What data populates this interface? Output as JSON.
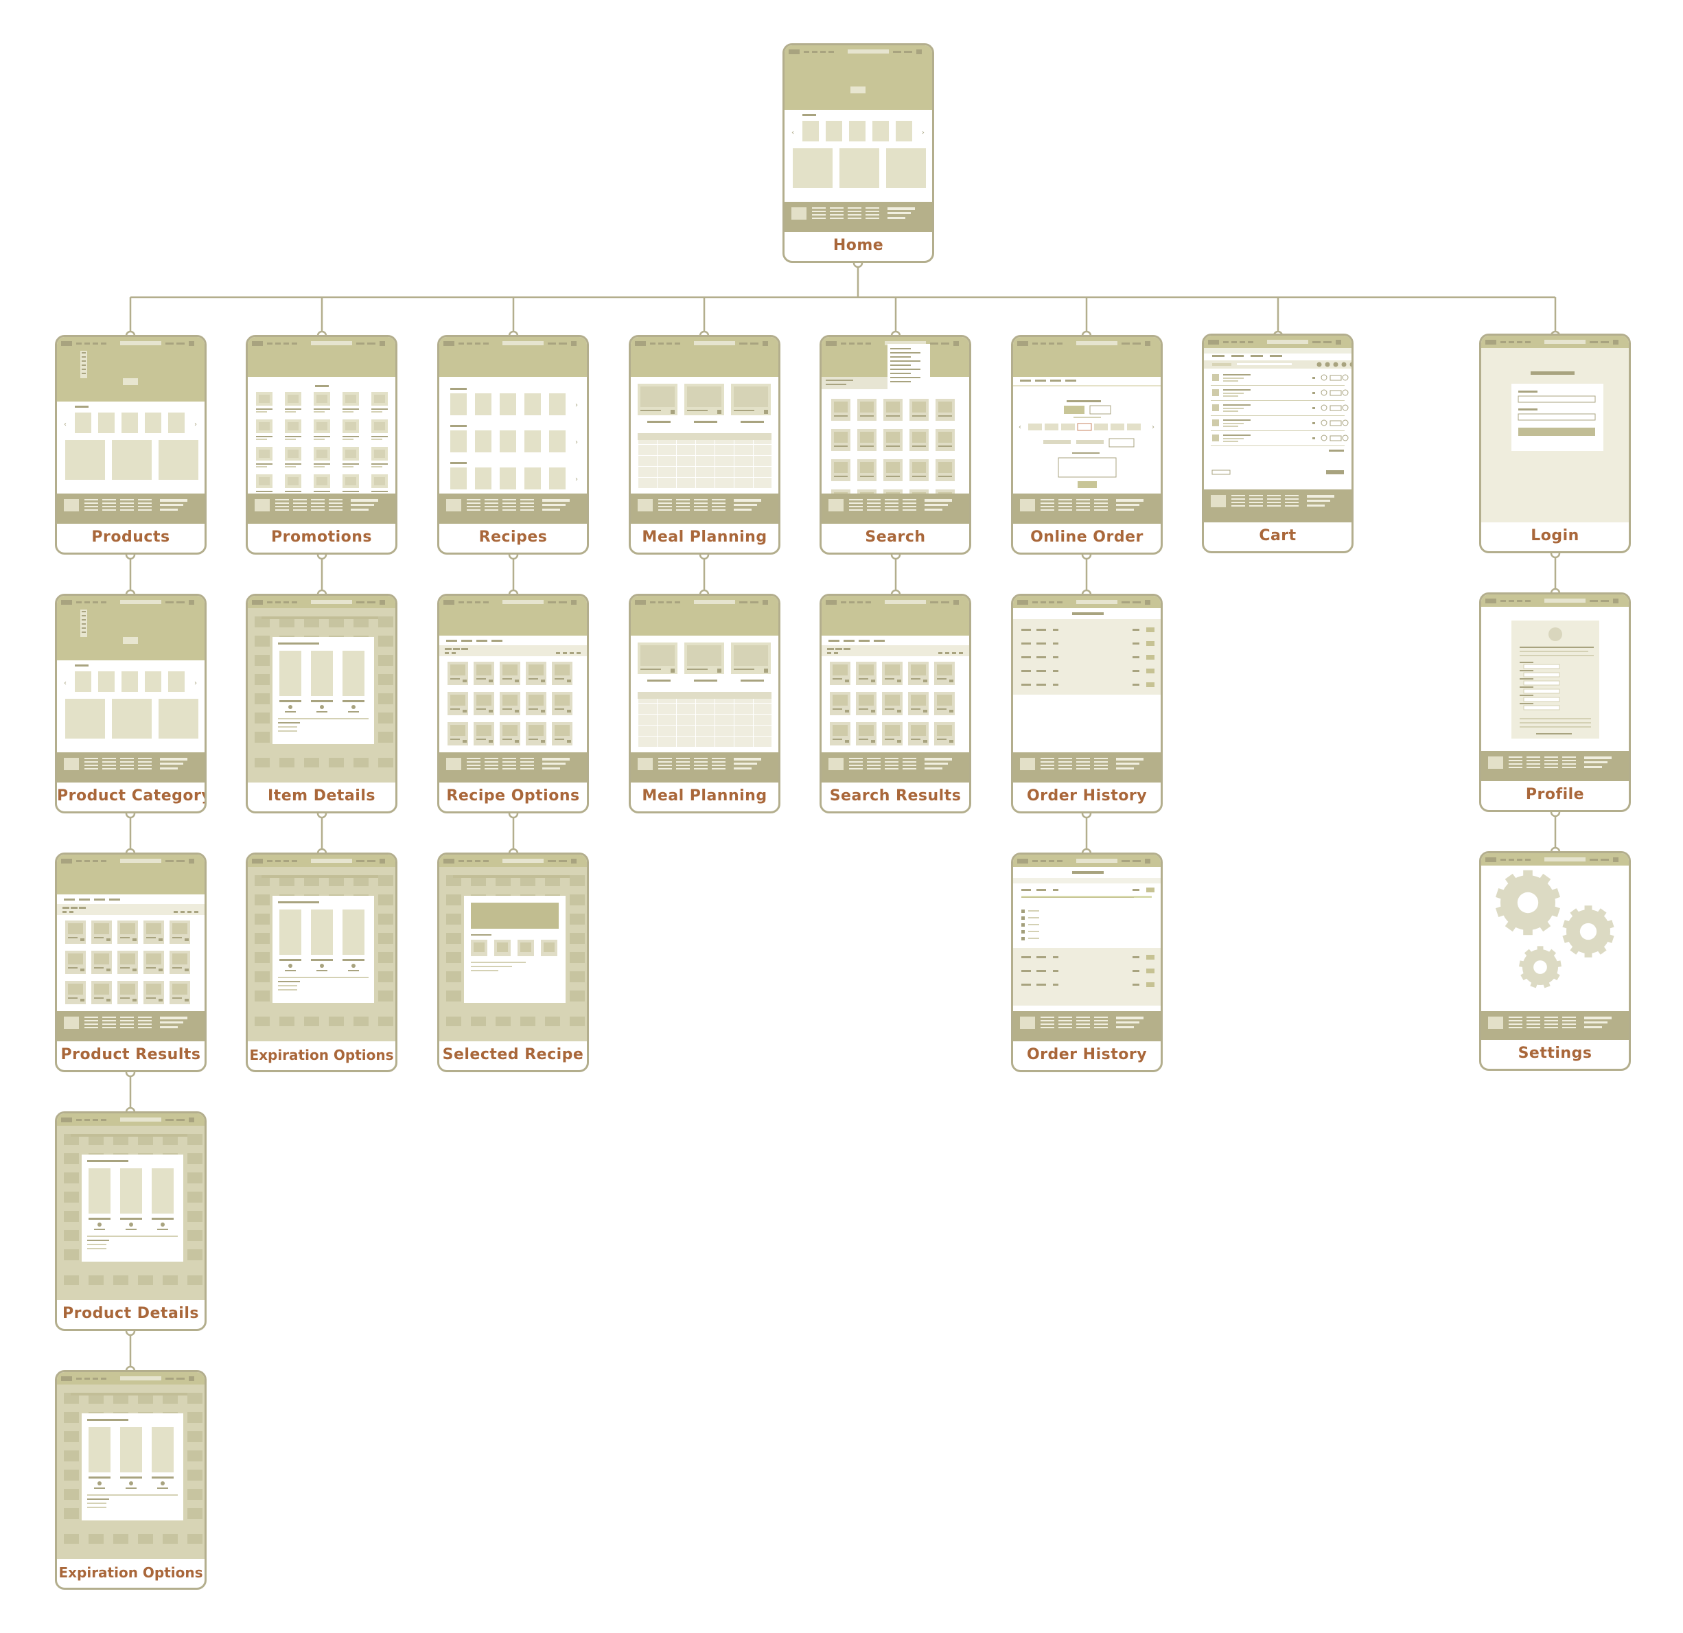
{
  "colors": {
    "border": "#b3ae8d",
    "header": "#c8c597",
    "footer": "#b5b08a",
    "block": "#e3e1c8",
    "label": "#a9673a",
    "line": "#b3ae8d"
  },
  "screens": {
    "home": "Home",
    "products": "Products",
    "promotions": "Promotions",
    "recipes": "Recipes",
    "meal_planning": "Meal Planning",
    "search": "Search",
    "online_order": "Online Order",
    "cart": "Cart",
    "login": "Login",
    "product_category": "Product Category",
    "item_details": "Item Details",
    "recipe_options": "Recipe Options",
    "meal_planning_2": "Meal Planning",
    "search_results": "Search Results",
    "order_history": "Order History",
    "profile": "Profile",
    "product_results": "Product Results",
    "expiration_options": "Expiration Options",
    "selected_recipe": "Selected Recipe",
    "order_history_2": "Order History",
    "settings": "Settings",
    "product_details": "Product Details",
    "expiration_options_2": "Expiration Options"
  }
}
